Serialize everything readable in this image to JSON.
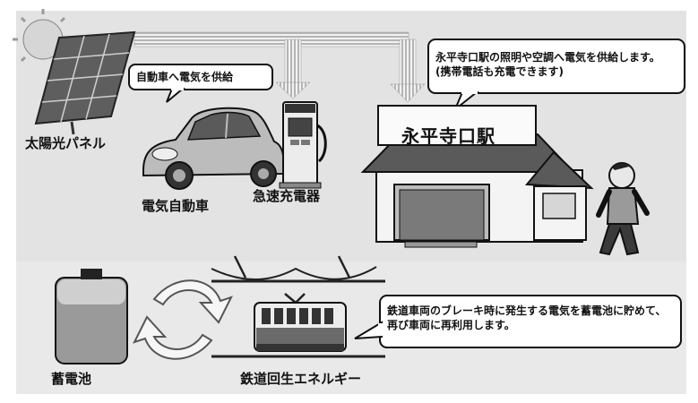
{
  "labels": {
    "solar_panel": "太陽光パネル",
    "electric_car": "電気自動車",
    "quick_charger": "急速充電器",
    "station_sign": "永平寺口駅",
    "storage_battery": "蓄電池",
    "regen_energy": "鉄道回生エネルギー"
  },
  "callouts": {
    "car_supply": "自動車へ電気を供給",
    "station_supply": "永平寺口駅の照明や空調へ電気を供給します。(携帯電話も充電できます)",
    "regen_brake": "鉄道車両のブレーキ時に発生する電気を蓄電池に貯めて、再び車両に再利用します。"
  },
  "colors": {
    "background_panel": "#e6e6e6",
    "arrow": "#bdbdbd",
    "outline": "#111111"
  },
  "icons": [
    "sun-icon",
    "solar-panel-icon",
    "car-icon",
    "charger-icon",
    "station-building-icon",
    "person-icon",
    "battery-icon",
    "cycle-arrows-icon",
    "train-icon",
    "overhead-wire-icon"
  ]
}
